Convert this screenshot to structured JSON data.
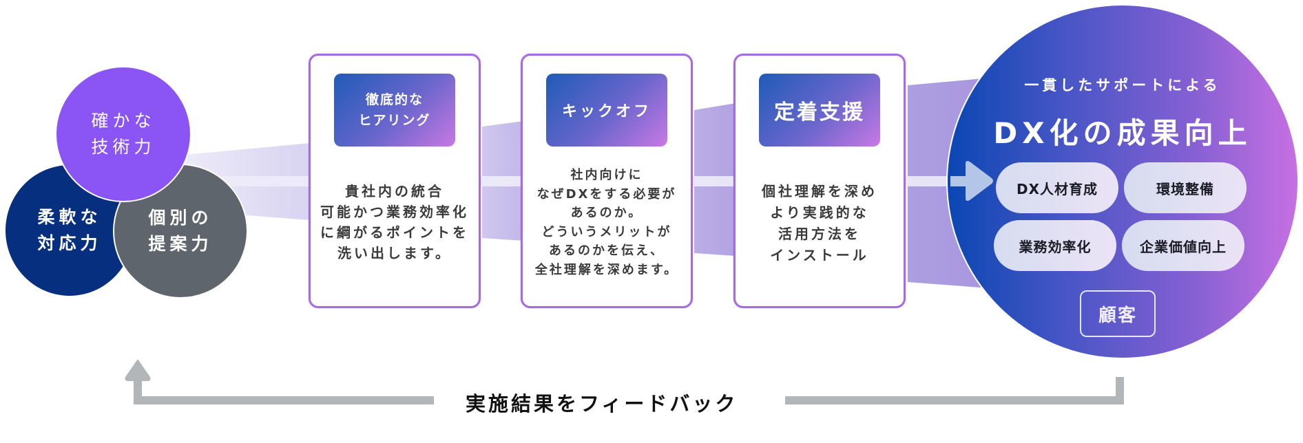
{
  "strengths": [
    {
      "label": "確かな\n技術力",
      "color": "#8b55f6"
    },
    {
      "label": "柔軟な\n対応力",
      "color": "#06307f"
    },
    {
      "label": "個別の\n提案力",
      "color": "#5f656c"
    }
  ],
  "steps": [
    {
      "title": "徹底的な\nヒアリング",
      "body": "貴社内の統合\n可能かつ業務効率化\nに綱がるポイントを\n洗い出します。"
    },
    {
      "title": "キックオフ",
      "body": "社内向けに\nなぜDXをする必要が\nあるのか。\nどういうメリットが\nあるのかを伝え、\n全社理解を深めます。"
    },
    {
      "title": "定着支援",
      "body": "個社理解を深め\nより実践的な\n活用方法を\nインストール"
    }
  ],
  "outcome": {
    "subtitle": "一貫したサポートによる",
    "title": "DX化の成果向上",
    "items": [
      "DX人材育成",
      "環境整備",
      "業務効率化",
      "企業価値向上"
    ],
    "customer_label": "顧客"
  },
  "feedback": {
    "label": "実施結果をフィードバック"
  },
  "colors": {
    "card_border": "#a86ae0",
    "band_light": "#dcd8f2",
    "band_mid": "#c4b8ea",
    "band_dark": "#ab9be0",
    "arrow_gray": "#b3b6b9",
    "arrow_blue": "#b4c6e8"
  }
}
